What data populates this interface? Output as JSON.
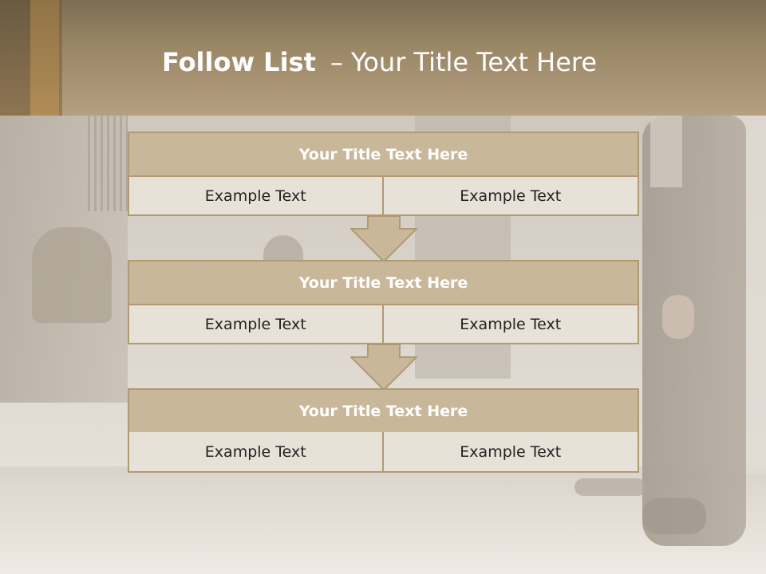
{
  "slide": {
    "title_bold": "Follow List",
    "title_rest": "– Your Title Text Here"
  },
  "steps": [
    {
      "title": "Your Title Text Here",
      "left": "Example Text",
      "right": "Example Text"
    },
    {
      "title": "Your Title Text Here",
      "left": "Example Text",
      "right": "Example Text"
    },
    {
      "title": "Your Title Text Here",
      "left": "Example Text",
      "right": "Example Text"
    }
  ],
  "colors": {
    "header": "#9a8766",
    "box_title_fill": "#c9b79a",
    "box_cell_fill": "#e7e1d8",
    "border": "#b09a73",
    "title_text": "#ffffff"
  }
}
